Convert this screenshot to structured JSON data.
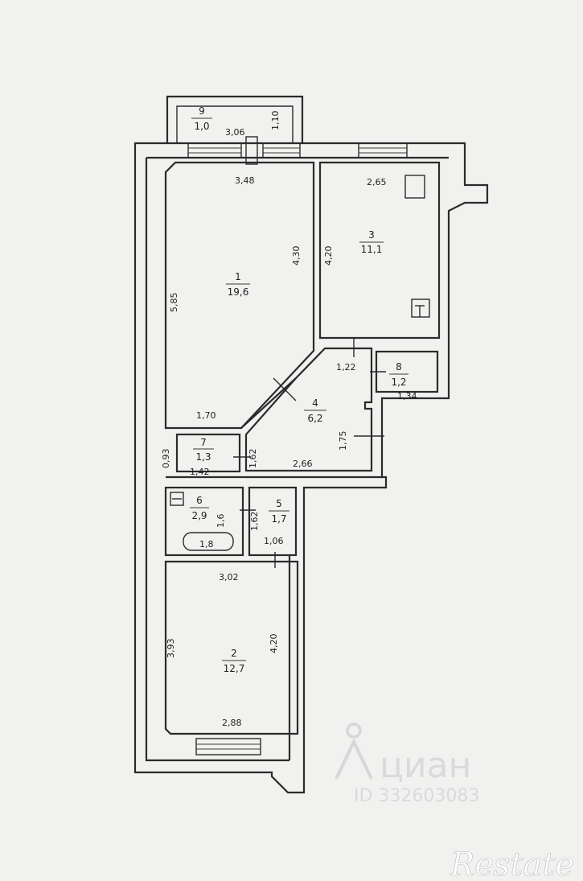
{
  "rooms": [
    {
      "num": "9",
      "area": "1,0"
    },
    {
      "num": "1",
      "area": "19,6"
    },
    {
      "num": "3",
      "area": "11,1"
    },
    {
      "num": "8",
      "area": "1,2"
    },
    {
      "num": "4",
      "area": "6,2"
    },
    {
      "num": "7",
      "area": "1,3"
    },
    {
      "num": "6",
      "area": "2,9"
    },
    {
      "num": "5",
      "area": "1,7"
    },
    {
      "num": "2",
      "area": "12,7"
    }
  ],
  "dims": {
    "d306": "3,06",
    "d110": "1,10",
    "d348": "3,48",
    "d265": "2,65",
    "d430": "4,30",
    "d420a": "4,20",
    "d585": "5,85",
    "d122": "1,22",
    "d134": "1,34",
    "d170": "1,70",
    "d175": "1,75",
    "d093": "0,93",
    "d142": "1,42",
    "d162a": "1,62",
    "d266": "2,66",
    "d16": "1,6",
    "d162b": "1,62",
    "d18": "1,8",
    "d106": "1,06",
    "d302": "3,02",
    "d393": "3,93",
    "d420b": "4,20",
    "d288": "2,88"
  },
  "watermarks": {
    "cian": "циан",
    "cian_id": "ID 332603083",
    "restate": "Restate"
  }
}
